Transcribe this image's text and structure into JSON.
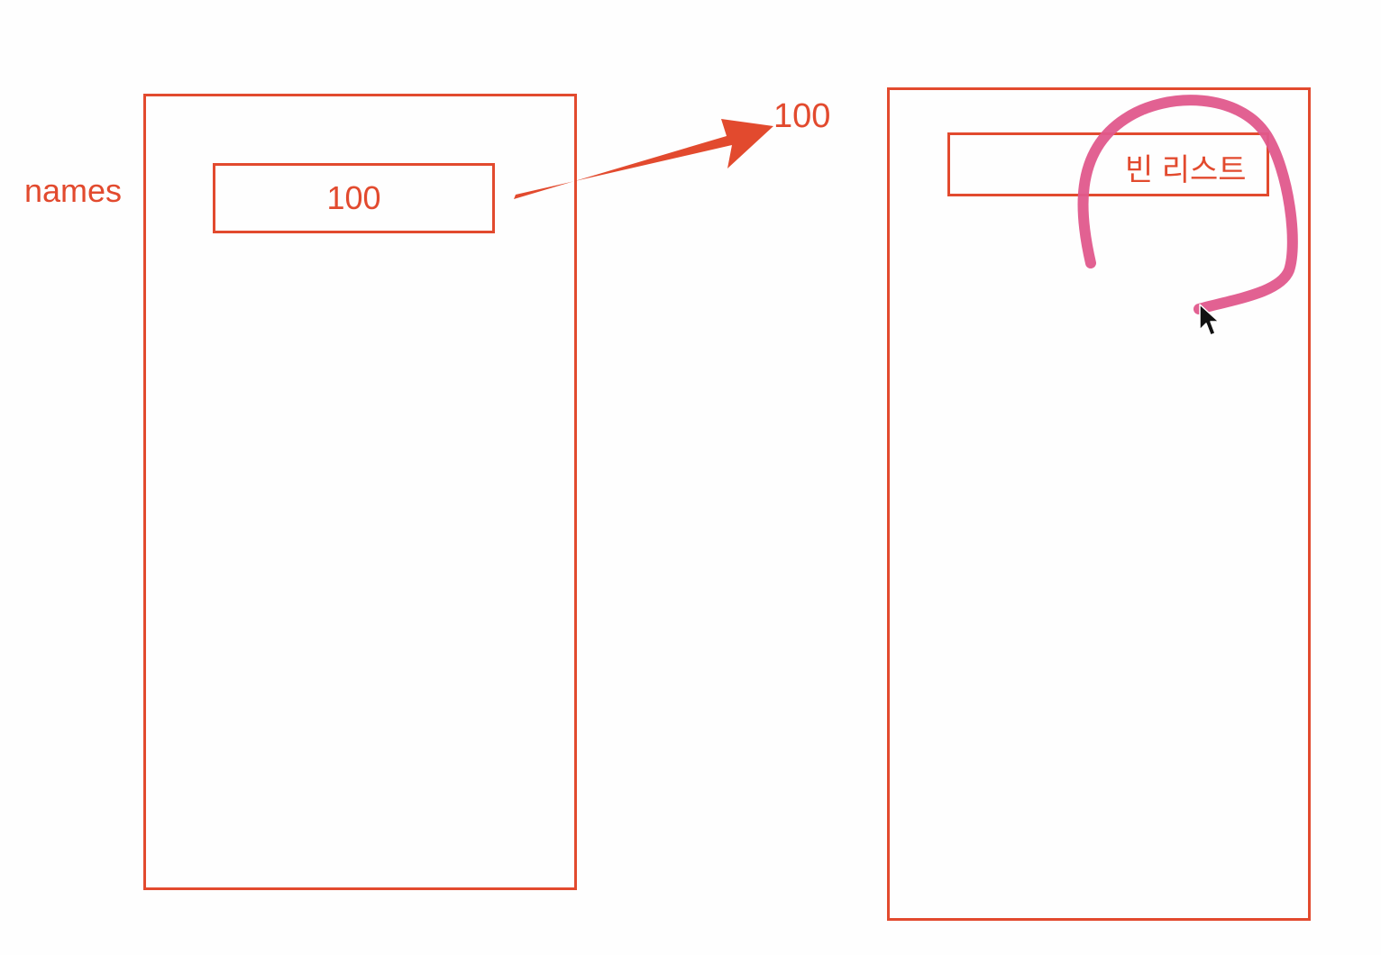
{
  "diagram": {
    "variable_label": "names",
    "variable_cell_value": "100",
    "address_label": "100",
    "object_content": "빈 리스트"
  },
  "colors": {
    "diagram_stroke": "#e24a2e",
    "annotation_stroke": "#e0588c"
  }
}
